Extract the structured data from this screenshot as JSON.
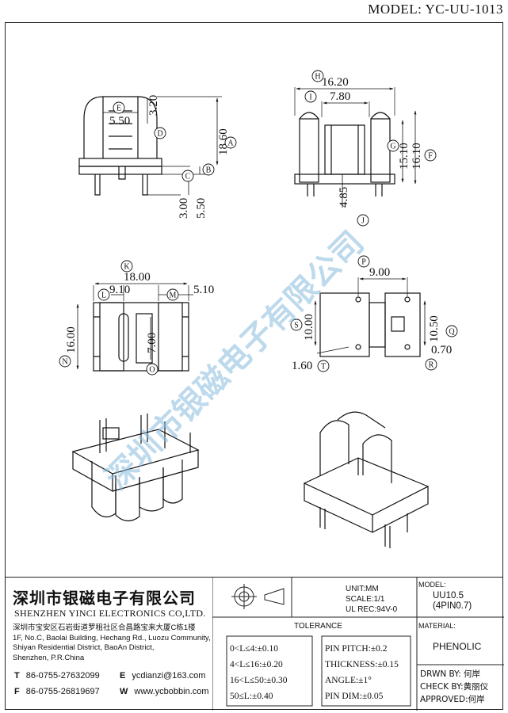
{
  "header": {
    "model_code": "MODEL: YC-UU-1013"
  },
  "watermark": "深圳市银磁电子有限公司",
  "dimensions": {
    "front": {
      "A": "18.60",
      "E": "5.50",
      "D": "3.20",
      "B": "5.50",
      "C": "3.00"
    },
    "side": {
      "H": "16.20",
      "I": "7.80",
      "G": "15.10",
      "F": "16.10",
      "J": "4.85"
    },
    "bottom": {
      "K": "18.00",
      "L": "9.10",
      "M": "5.10",
      "N": "16.00",
      "O": "7.00"
    },
    "pinout": {
      "P": "9.00",
      "S": "10.00",
      "Q": "10.50",
      "R": "0.70",
      "T": "1.60"
    }
  },
  "labels": [
    "A",
    "B",
    "C",
    "D",
    "E",
    "F",
    "G",
    "H",
    "I",
    "J",
    "K",
    "L",
    "M",
    "N",
    "O",
    "P",
    "Q",
    "R",
    "S",
    "T"
  ],
  "title_block": {
    "company_cn": "深圳市银磁电子有限公司",
    "company_en": "SHENZHEN YINCI ELECTRONICS CO,LTD.",
    "address_lines": [
      "深圳市宝安区石岩街道罗租社区合昌路宝来大厦C栋1楼",
      "1F, No.C, Baolai Building, Hechang Rd., Luozu Community,",
      "Shiyan Residential District, BaoAn District,",
      "Shenzhen, P.R.China"
    ],
    "tel_label": "T",
    "tel": "86-0755-27632099",
    "fax_label": "F",
    "fax": "86-0755-26819697",
    "email_label": "E",
    "email": "ycdianzi@163.com",
    "web_label": "W",
    "web": "www.ycbobbin.com",
    "unit": "UNIT:MM",
    "scale": "SCALE:1/1",
    "ul_rec": "UL REC:94V-0",
    "model_label": "MODEL:",
    "model_line1": "UU10.5",
    "model_line2": "(4PIN0.7)",
    "tolerance_title": "TOLERANCE",
    "tolerances": [
      "0<L≤4:±0.10",
      "4<L≤16:±0.20",
      "16<L≤50:±0.30",
      "50≤L:±0.40"
    ],
    "tolerances_right": [
      "PIN PITCH:±0.2",
      "THICKNESS:±0.15",
      "ANGLE:±1°",
      "PIN DIM:±0.05"
    ],
    "material_label": "MATERIAL:",
    "material": "PHENOLIC",
    "drawn_by": "DRWN BY: 何岸",
    "check_by": "CHECK BY:黄丽仪",
    "approved": "APPROVED:何岸"
  }
}
